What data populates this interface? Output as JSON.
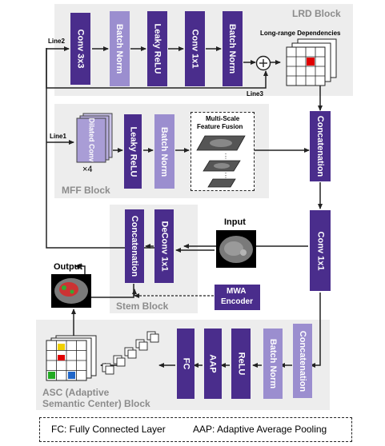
{
  "lrd": {
    "title": "LRD Block",
    "blocks": [
      "Conv 3x3",
      "Batch Norm",
      "Leaky ReLU",
      "Conv 1x1",
      "Batch Norm"
    ],
    "long_range_label": "Long-range Dependencies",
    "line2": "Line2",
    "line3": "Line3",
    "plus": "+"
  },
  "mff": {
    "title": "MFF Block",
    "dilated_conv": "Dilated Conv",
    "times": "×4",
    "leaky": "Leaky ReLU",
    "bn": "Batch Norm",
    "fusion_label_1": "Multi-Scale",
    "fusion_label_2": "Feature Fusion",
    "line1": "Line1"
  },
  "right_column": {
    "concat": "Concatenation",
    "conv": "Conv 1x1"
  },
  "stem": {
    "title": "Stem Block",
    "concat": "Concatenation",
    "deconv": "DeConv 1x1",
    "input_label": "Input",
    "mwa_1": "MWA",
    "mwa_2": "Encoder"
  },
  "asc": {
    "title_1": "ASC (Adaptive",
    "title_2": "Semantic Center) Block",
    "output_label": "Output",
    "blocks": [
      "Concatenation",
      "Batch Norm",
      "ReLU",
      "AAP",
      "FC"
    ]
  },
  "legend": {
    "fc": "FC: Fully Connected Layer",
    "aap": "AAP: Adaptive Average Pooling"
  },
  "colors": {
    "dark_block": "#4a2d8c",
    "light_block": "#9b8ecf",
    "panel": "#ededed"
  }
}
